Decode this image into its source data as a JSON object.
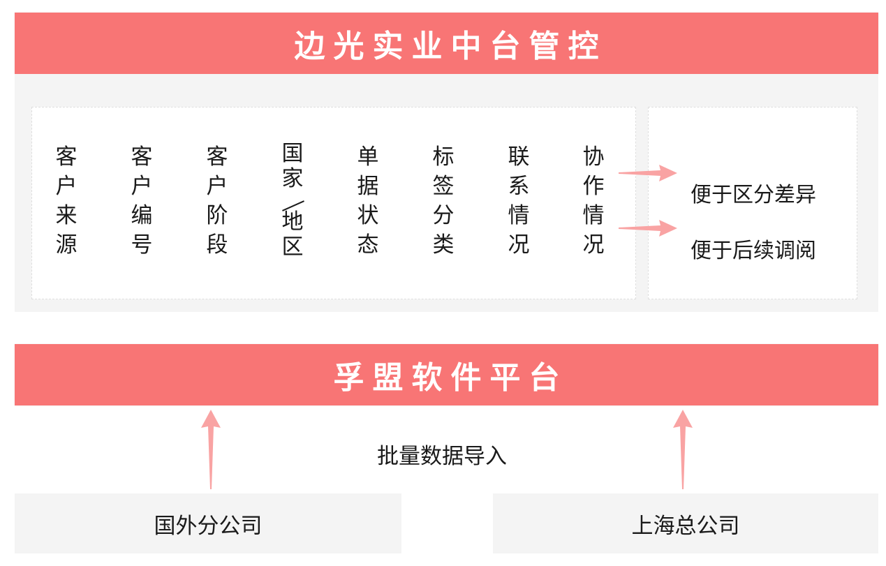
{
  "top_banner": {
    "title": "边光实业中台管控",
    "color": "#f87575"
  },
  "fields": [
    {
      "chars": [
        "客",
        "户",
        "来",
        "源"
      ],
      "label": "客户来源"
    },
    {
      "chars": [
        "客",
        "户",
        "编",
        "号"
      ],
      "label": "客户编号"
    },
    {
      "chars": [
        "客",
        "户",
        "阶",
        "段"
      ],
      "label": "客户阶段"
    },
    {
      "chars": [
        "国",
        "家",
        "/",
        "地",
        "区"
      ],
      "label": "国家/地区"
    },
    {
      "chars": [
        "单",
        "据",
        "状",
        "态"
      ],
      "label": "单据状态"
    },
    {
      "chars": [
        "标",
        "签",
        "分",
        "类"
      ],
      "label": "标签分类"
    },
    {
      "chars": [
        "联",
        "系",
        "情",
        "况"
      ],
      "label": "联系情况"
    },
    {
      "chars": [
        "协",
        "作",
        "情",
        "况"
      ],
      "label": "协作情况"
    }
  ],
  "benefits": [
    {
      "text": "便于区分差异",
      "icon": "arrow-right-icon"
    },
    {
      "text": "便于后续调阅",
      "icon": "arrow-right-icon"
    }
  ],
  "middle_banner": {
    "title": "孚盟软件平台",
    "color": "#f87575"
  },
  "flow": {
    "caption": "批量数据导入",
    "arrow_color": "#f9a3a3",
    "arrow_icon": "arrow-up-icon"
  },
  "sources": [
    {
      "label": "国外分公司"
    },
    {
      "label": "上海总公司"
    }
  ]
}
